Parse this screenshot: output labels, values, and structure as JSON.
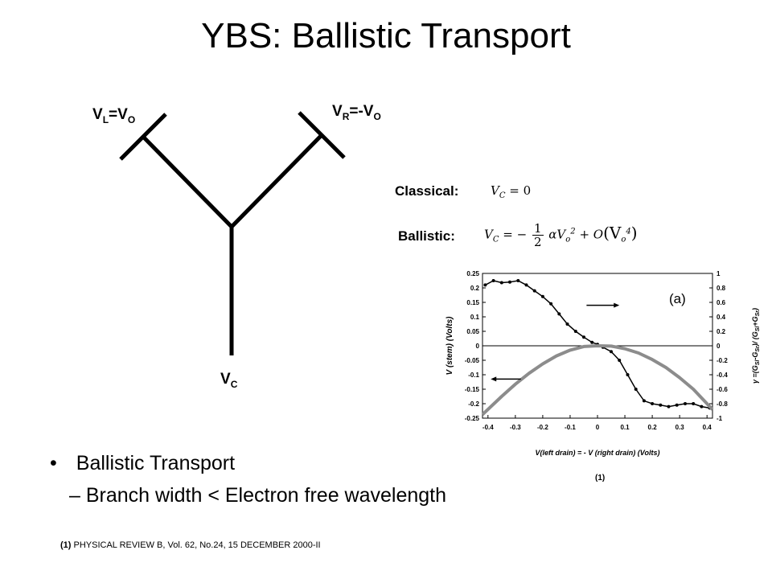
{
  "title": "YBS: Ballistic Transport",
  "diagram": {
    "left_label": {
      "v": "V",
      "sub1": "L",
      "eq": "=V",
      "sub2": "O"
    },
    "right_label": {
      "v": "V",
      "sub1": "R",
      "eq": "=-V",
      "sub2": "O"
    },
    "stem_label": {
      "v": "V",
      "sub": "C"
    }
  },
  "equations": {
    "classical_label": "Classical:",
    "classical_formula": {
      "lhs": "V",
      "lhs_sub": "C",
      "rhs": "= 0"
    },
    "ballistic_label": "Ballistic:",
    "ballistic_formula": {
      "lhs": "V",
      "lhs_sub": "C",
      "eq": "= −",
      "frac_num": "1",
      "frac_den": "2",
      "term1": "αV",
      "term1_sub": "o",
      "term1_sup": "2",
      "plus": "+ O",
      "term2_open": "(V",
      "term2_sub": "o",
      "term2_sup": "4",
      "term2_close": ")"
    }
  },
  "chart_data": {
    "type": "line",
    "panel_label": "(a)",
    "xlabel": "V(left drain) = - V (right drain) (Volts)",
    "ylabel_left": "V (stem) (Volts)",
    "ylabel_right": "γ =(GSl-GSr)/ (GSl+GSr)",
    "ylabel_right_parts": {
      "gamma": "γ",
      "eq": " =(G",
      "s1": "Sl",
      "minus": "-G",
      "s2": "Sr",
      "mid": ")/ (G",
      "s3": "Sl",
      "plus": "+G",
      "s4": "Sr",
      "end": ")"
    },
    "x_ticks": [
      -0.4,
      -0.3,
      -0.2,
      -0.1,
      0,
      0.1,
      0.2,
      0.3,
      0.4
    ],
    "x_tick_labels": [
      "-0.4",
      "-0.3",
      "-0.2",
      "-0.1",
      "0",
      "0.1",
      "0.2",
      "0.3",
      "0.4"
    ],
    "y_left_ticks": [
      -0.25,
      -0.2,
      -0.15,
      -0.1,
      -0.05,
      0,
      0.05,
      0.1,
      0.15,
      0.2,
      0.25
    ],
    "y_left_tick_labels": [
      "-0.25",
      "-0.2",
      "-0.15",
      "-0.1",
      "-0.05",
      "0",
      "0.05",
      "0.1",
      "0.15",
      "0.2",
      "0.25"
    ],
    "y_right_ticks": [
      -1,
      -0.8,
      -0.6,
      -0.4,
      -0.2,
      0,
      0.2,
      0.4,
      0.6,
      0.8,
      1
    ],
    "y_right_tick_labels": [
      "-1",
      "-0.8",
      "-0.6",
      "-0.4",
      "-0.2",
      "0",
      "0.2",
      "0.4",
      "0.6",
      "0.8",
      "1"
    ],
    "xlim": [
      -0.42,
      0.42
    ],
    "ylim_left": [
      -0.25,
      0.25
    ],
    "ylim_right": [
      -1,
      1
    ],
    "zero_line": true,
    "series": [
      {
        "color": "#000000",
        "axis": "left",
        "style": "dots",
        "x": [
          -0.41,
          -0.38,
          -0.35,
          -0.32,
          -0.29,
          -0.26,
          -0.23,
          -0.2,
          -0.17,
          -0.14,
          -0.11,
          -0.08,
          -0.05,
          -0.02,
          0.0,
          0.02,
          0.05,
          0.08,
          0.11,
          0.14,
          0.17,
          0.2,
          0.23,
          0.26,
          0.29,
          0.32,
          0.35,
          0.38,
          0.41
        ],
        "y": [
          0.21,
          0.225,
          0.218,
          0.22,
          0.225,
          0.21,
          0.19,
          0.17,
          0.145,
          0.11,
          0.075,
          0.05,
          0.03,
          0.012,
          0.005,
          -0.005,
          -0.02,
          -0.05,
          -0.1,
          -0.15,
          -0.19,
          -0.2,
          -0.205,
          -0.21,
          -0.205,
          -0.2,
          -0.2,
          -0.21,
          -0.215
        ]
      },
      {
        "color": "#8c8c8c",
        "axis": "right",
        "style": "thick",
        "x": [
          -0.42,
          -0.35,
          -0.3,
          -0.25,
          -0.2,
          -0.15,
          -0.1,
          -0.05,
          0.0,
          0.05,
          0.1,
          0.15,
          0.2,
          0.25,
          0.3,
          0.35,
          0.42
        ],
        "y": [
          -0.95,
          -0.7,
          -0.53,
          -0.38,
          -0.25,
          -0.14,
          -0.06,
          -0.01,
          0.0,
          -0.005,
          -0.04,
          -0.1,
          -0.19,
          -0.3,
          -0.44,
          -0.6,
          -0.88
        ]
      }
    ],
    "arrows": [
      {
        "series_axis": "right",
        "direction": "right"
      },
      {
        "series_axis": "left",
        "direction": "left"
      }
    ]
  },
  "bullets": {
    "main": "Ballistic Transport",
    "bullet_symbol": "•",
    "sub": "– Branch width < Electron free wavelength"
  },
  "ref_mark": "(1)",
  "footnote": {
    "mark": "(1)",
    "text": " PHYSICAL REVIEW B, Vol. 62, No.24, 15 DECEMBER 2000-II"
  }
}
